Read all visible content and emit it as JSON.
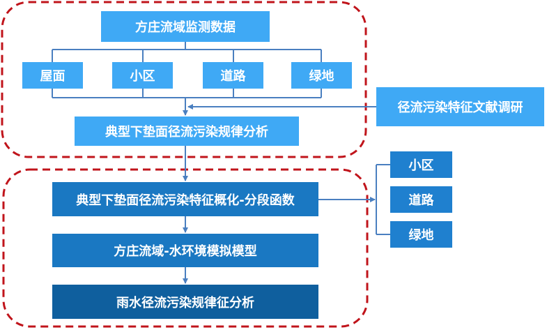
{
  "colors": {
    "light_box": "#3fa9f5",
    "mid_box": "#1a78c2",
    "dark_box": "#0f5f9e",
    "side_box": "#1f80cf",
    "connector": "#4a7fc0",
    "group_border": "#c0141b"
  },
  "top": {
    "root": "方庄流域监测数据",
    "categories": [
      "屋面",
      "小区",
      "道路",
      "绿地"
    ],
    "analysis": "典型下垫面径流污染规律分析"
  },
  "literature": "径流污染特征文献调研",
  "bottom": {
    "generalization": "典型下垫面径流污染特征概化-分段函数",
    "model": "方庄流域-水环境模拟模型",
    "final": "雨水径流污染规律征分析"
  },
  "side_outputs": [
    "小区",
    "道路",
    "绿地"
  ]
}
